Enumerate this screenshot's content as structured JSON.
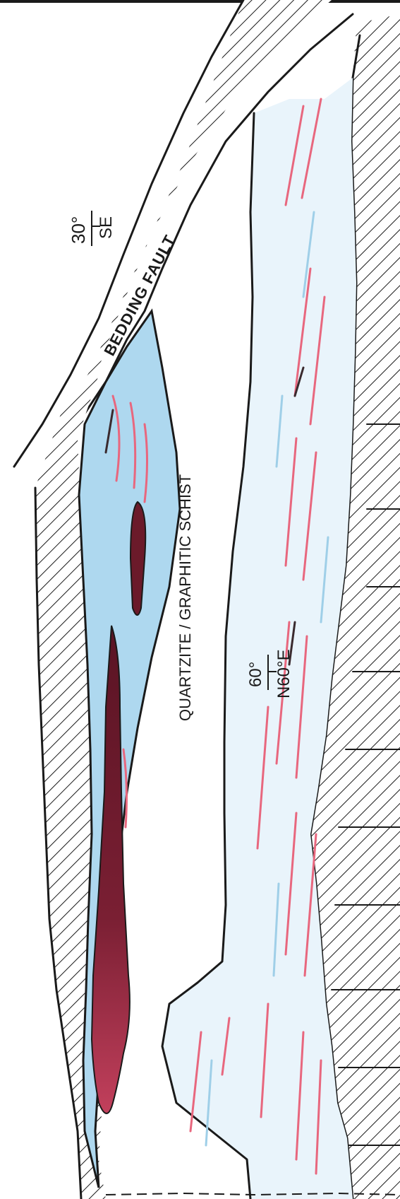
{
  "labels": {
    "lithology": "QUARTZITE / GRAPHITIC SCHIST",
    "fault": "BEDDING FAULT",
    "dip_top": {
      "angle": "30°",
      "direction": "SE"
    },
    "dip_mid": {
      "angle": "60°",
      "direction": "N60°E"
    }
  },
  "colors": {
    "ice_blue": "#aed8ef",
    "pale_blue": "#e9f4fb",
    "ore_dark": "#6b1a2a",
    "ore_red": "#e5546e",
    "streak_red": "#e8677e",
    "hatch": "#1a1a1a",
    "line": "#1a1a1a"
  },
  "icons": {
    "hatch_pattern": "diagonal-hatch",
    "dip_symbol": "strike-dip-symbol"
  }
}
